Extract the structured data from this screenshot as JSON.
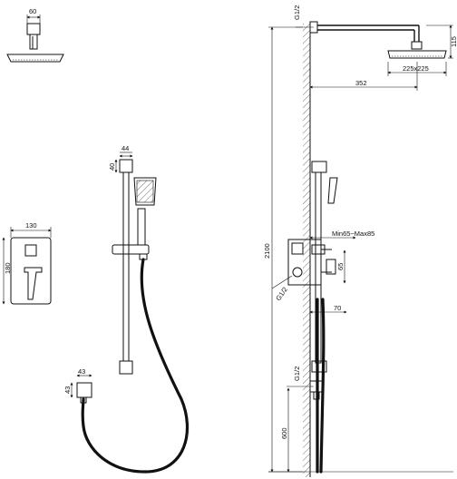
{
  "dimensions": {
    "head_top_width": "60",
    "arm_height": "115",
    "head_size": "225x225",
    "arm_projection": "352",
    "thread_top": "G1/2",
    "total_height": "2100",
    "mixer_range": "Min65~Max85",
    "mixer_offset": "65",
    "mixer_depth": "70",
    "thread_mixer": "G1/2",
    "thread_bottom": "G1/2",
    "outlet_height": "600",
    "rail_bracket_width": "44",
    "rail_bracket_height": "40",
    "plate_width": "130",
    "plate_height": "180",
    "elbow_width": "43",
    "elbow_height": "43"
  }
}
